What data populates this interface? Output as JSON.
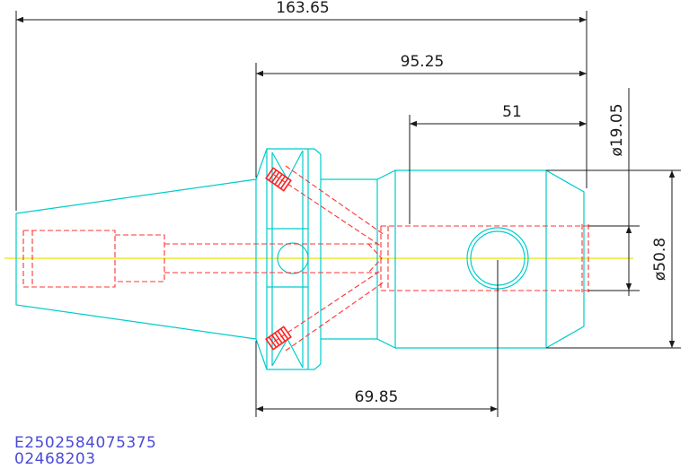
{
  "dimensions": {
    "overall_length": "163.65",
    "body_length": "95.25",
    "bore_depth": "51",
    "gauge_to_crosshole": "69.85",
    "bore_diameter": "ø19.05",
    "outer_diameter": "ø50.8"
  },
  "footer": {
    "code1": "E2502584075375",
    "code2": "02468203"
  },
  "colors": {
    "outline": "#00cccc",
    "hidden": "#ff3333",
    "centerline": "#e6e600",
    "dimension": "#1a1a1a",
    "footer_text": "#4b4bd6"
  }
}
